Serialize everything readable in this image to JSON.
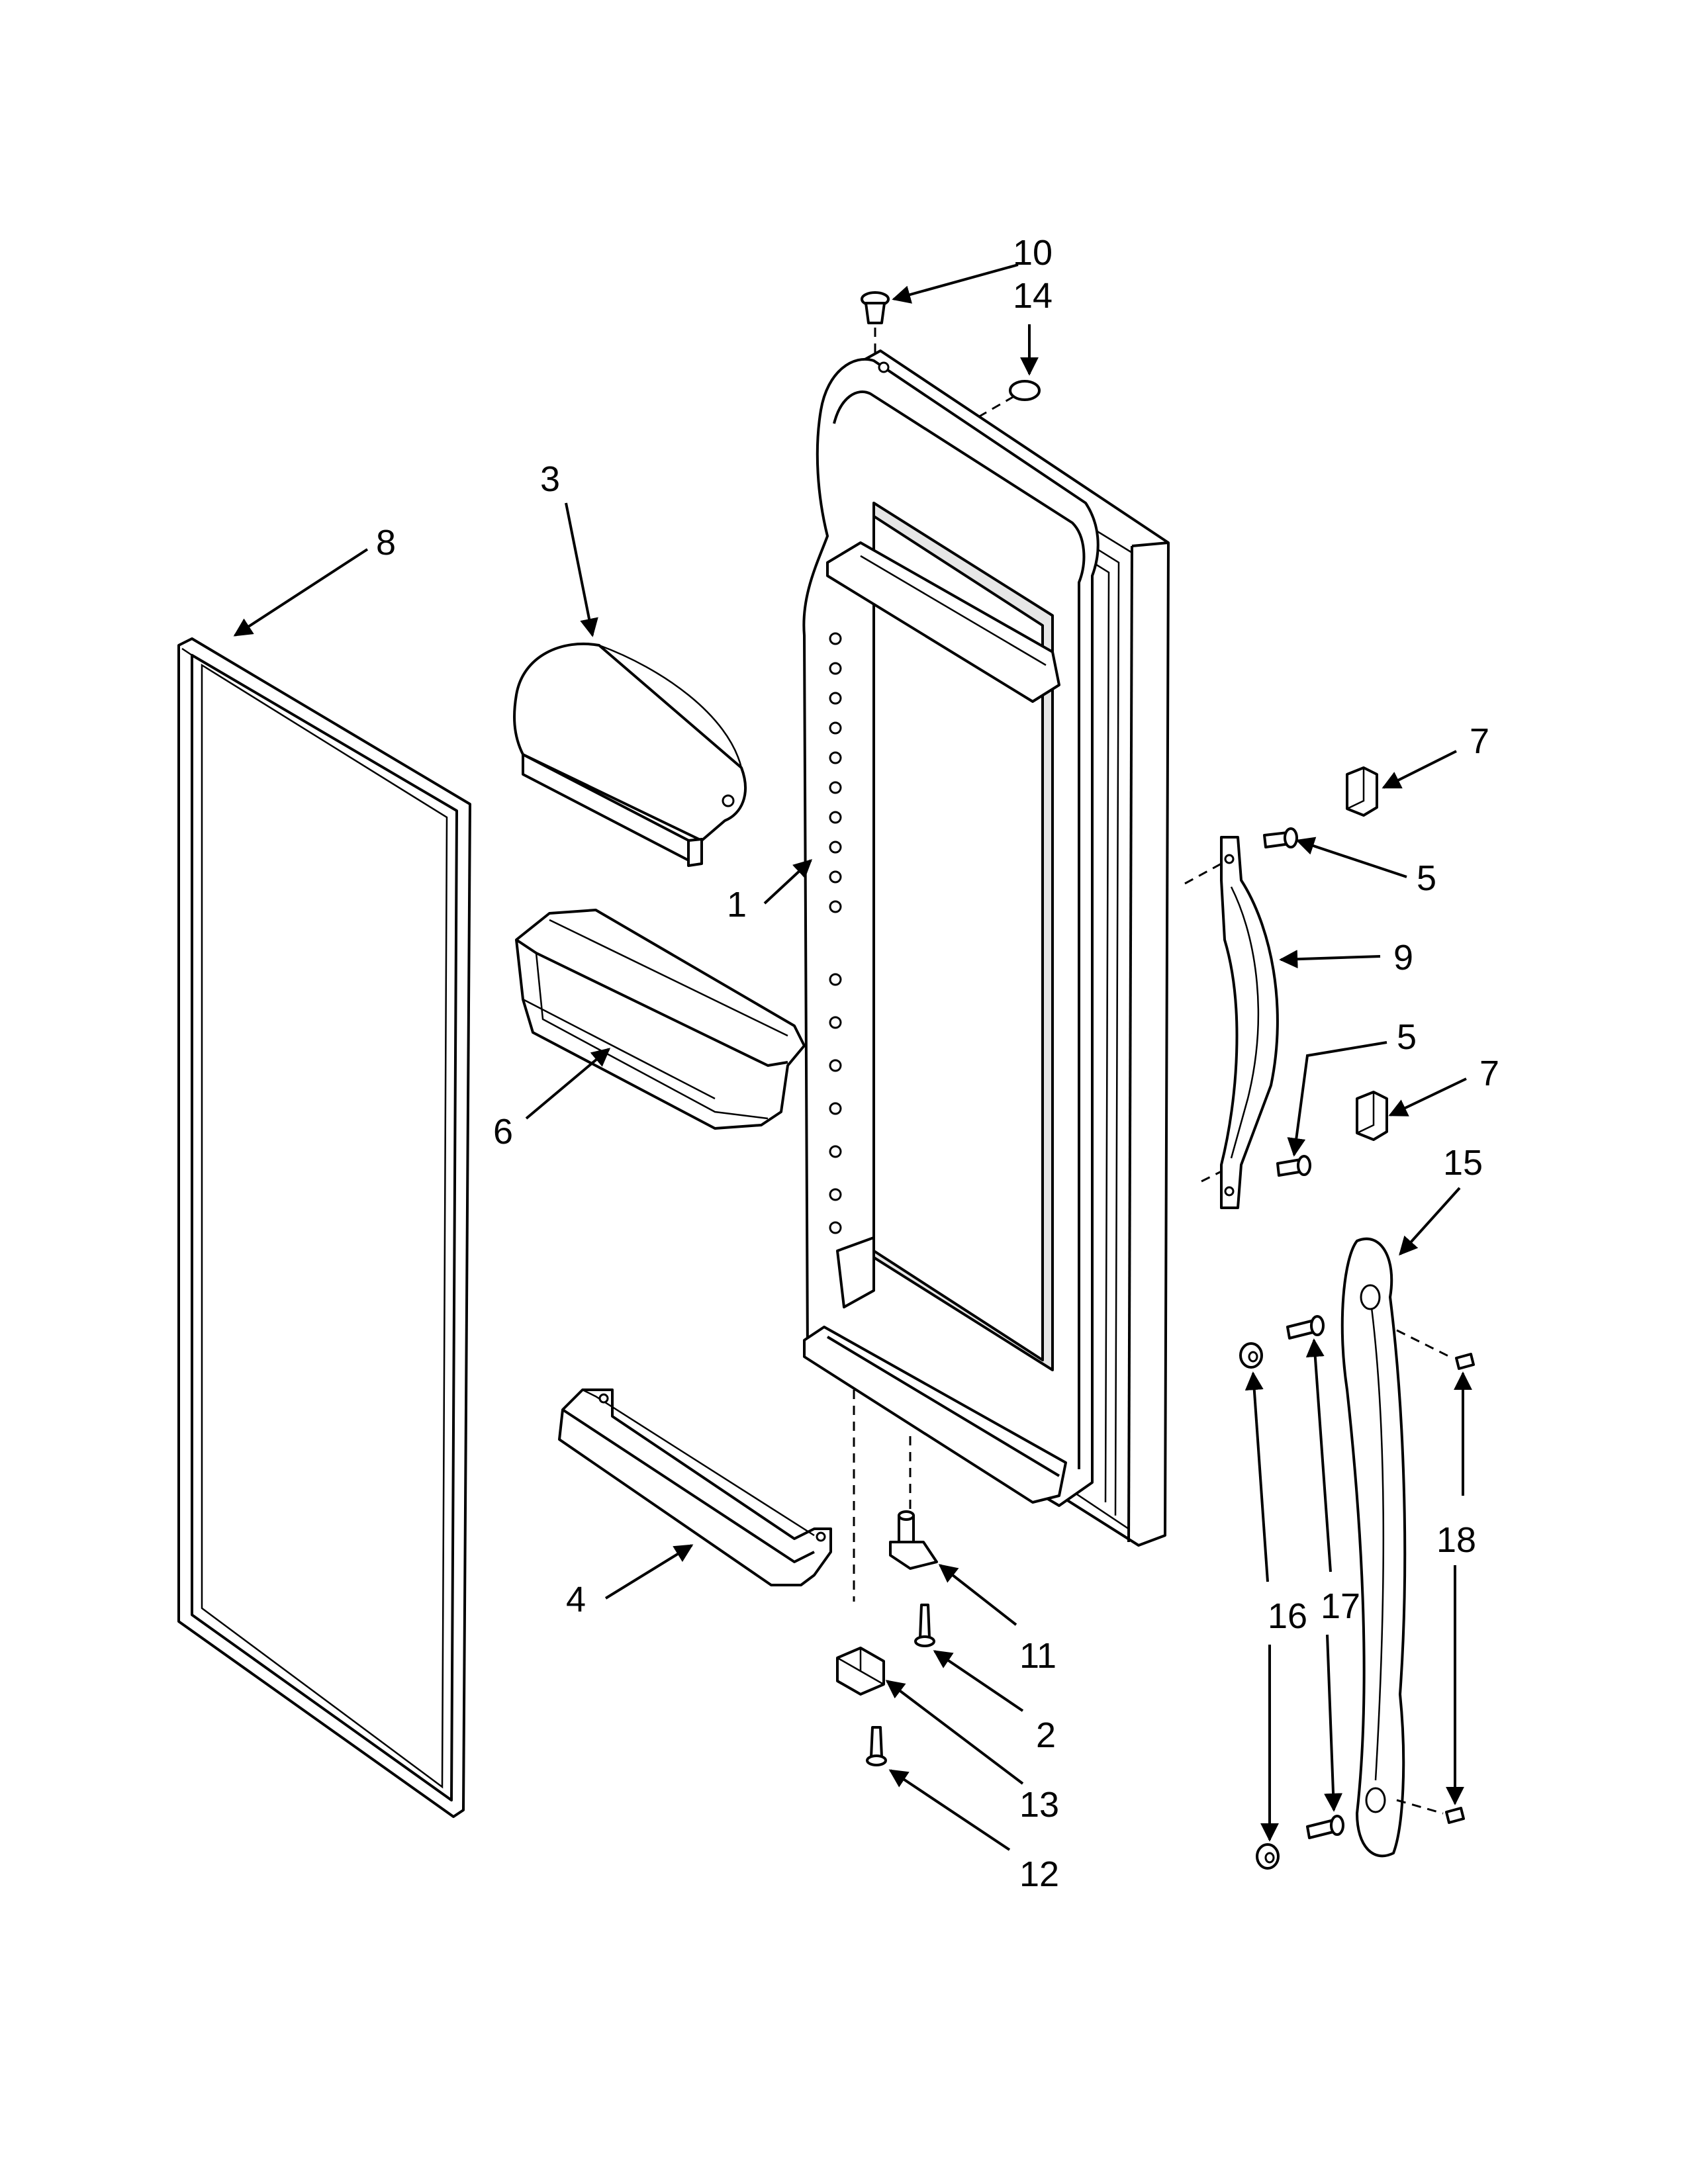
{
  "callouts": {
    "c1": "1",
    "c2": "2",
    "c3": "3",
    "c4": "4",
    "c5a": "5",
    "c5b": "5",
    "c6": "6",
    "c7a": "7",
    "c7b": "7",
    "c8": "8",
    "c9": "9",
    "c10": "10",
    "c11": "11",
    "c12": "12",
    "c13": "13",
    "c14": "14",
    "c15": "15",
    "c16": "16",
    "c17": "17",
    "c18": "18"
  },
  "colors": {
    "line": "#000000",
    "background": "#ffffff",
    "shade": "#e6e6e6"
  }
}
